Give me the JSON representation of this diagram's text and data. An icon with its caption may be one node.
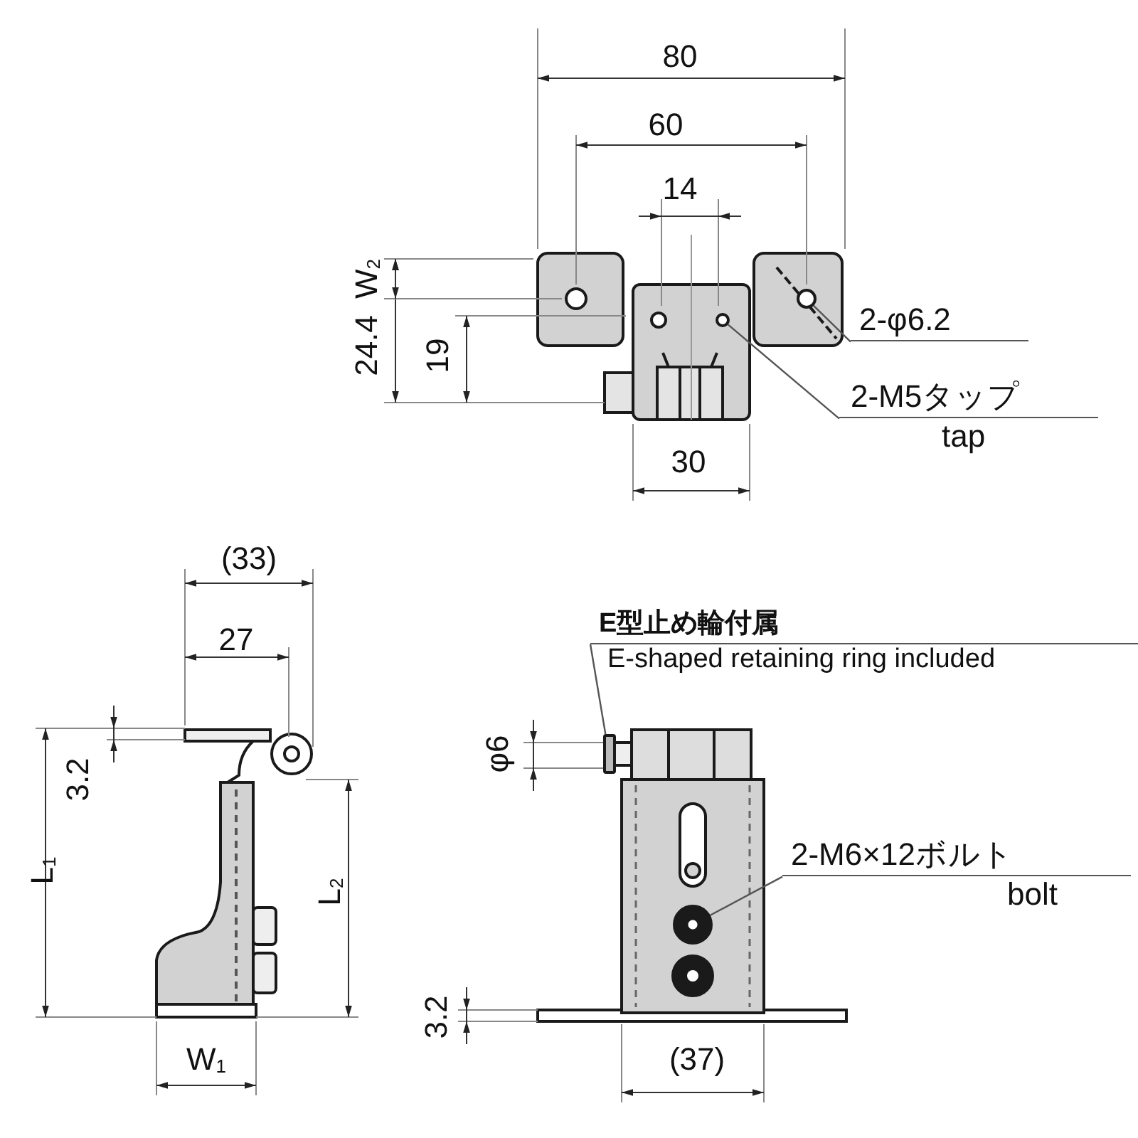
{
  "diagram": {
    "nodes": [
      {
        "text": [
          "2-φ6.2"
        ]
      },
      {
        "text": [],
        "shape": "circle"
      },
      {
        "text": [
          "2-M5タップ",
          "tap"
        ]
      },
      {
        "text": [],
        "shape": "circle"
      },
      {
        "text": [
          "E型止め輪付属",
          "E-shaped retaining ring included"
        ]
      },
      {
        "text": [],
        "shape": "box"
      },
      {
        "text": [
          "2-M6×12ボルト",
          "bolt"
        ]
      },
      {
        "text": [],
        "shape": "circle"
      }
    ],
    "edges": [
      {
        "from": 0,
        "to": 1,
        "arrow": "none"
      },
      {
        "from": 2,
        "to": 3,
        "arrow": "none"
      },
      {
        "from": 4,
        "to": 5,
        "arrow": "none"
      },
      {
        "from": 6,
        "to": 7,
        "arrow": "none"
      }
    ],
    "labels": [
      "80",
      "60",
      "14",
      "W$_{2}$",
      "24.4",
      "19",
      "30",
      "(33)",
      "27",
      "φ6",
      "3.2",
      "L$_{1}$",
      "L$_{2}$",
      "3.2",
      "W$_{1}$",
      "(37)"
    ]
  }
}
